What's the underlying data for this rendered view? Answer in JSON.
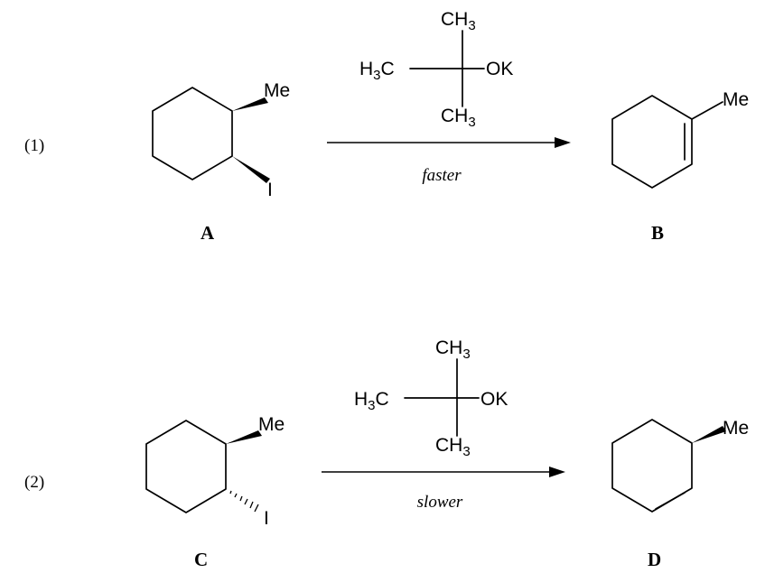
{
  "reactions": [
    {
      "number": "(1)",
      "reactant": {
        "label": "A",
        "substituent_top": "Me",
        "substituent_bottom": "I"
      },
      "reagent": {
        "top": "CH3",
        "left": "H3C",
        "right": "OK",
        "bottom": "CH3"
      },
      "condition": "faster",
      "product": {
        "label": "B",
        "substituent": "Me"
      }
    },
    {
      "number": "(2)",
      "reactant": {
        "label": "C",
        "substituent_top": "Me",
        "substituent_bottom": "I"
      },
      "reagent": {
        "top": "CH3",
        "left": "H3C",
        "right": "OK",
        "bottom": "CH3"
      },
      "condition": "slower",
      "product": {
        "label": "D",
        "substituent": "Me"
      }
    }
  ]
}
